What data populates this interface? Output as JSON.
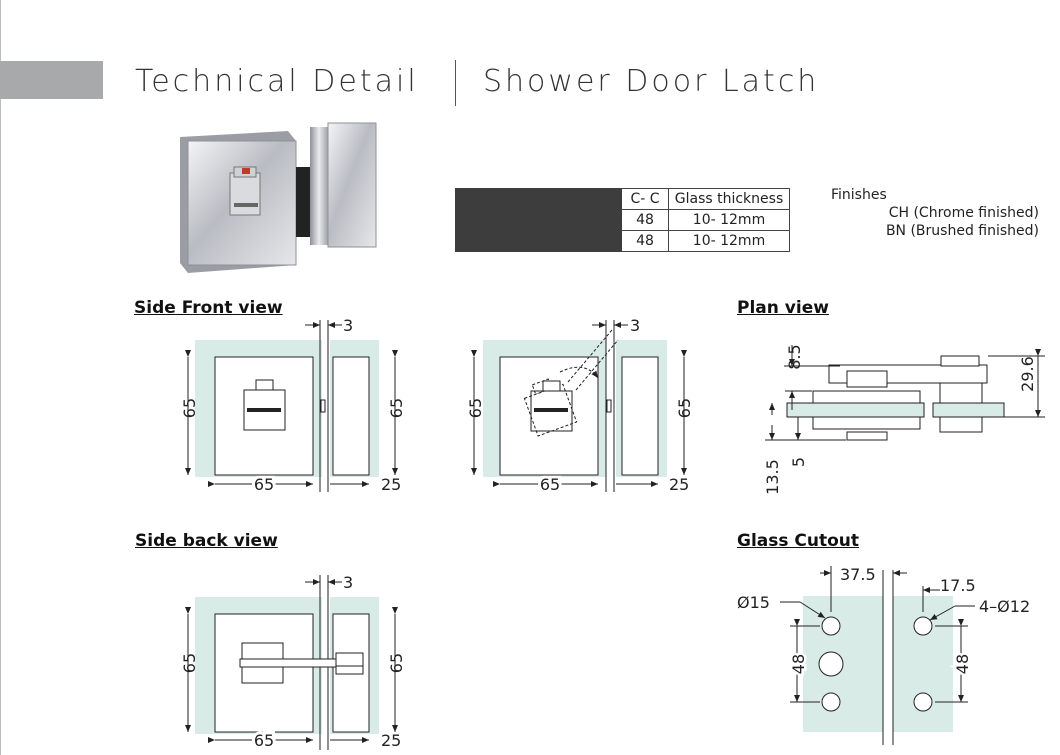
{
  "header": {
    "title_left": "Technical Detail",
    "title_right": "Shower Door Latch"
  },
  "spec_table": {
    "headers": [
      "C- C",
      "Glass thickness"
    ],
    "rows": [
      {
        "cc": "48",
        "glass": "10- 12mm"
      },
      {
        "cc": "48",
        "glass": "10- 12mm"
      }
    ]
  },
  "finishes": {
    "title": "Finishes",
    "items": [
      "CH (Chrome finished)",
      "BN (Brushed finished)"
    ]
  },
  "sections": {
    "side_front": "Side Front view",
    "plan": "Plan view",
    "side_back": "Side back view",
    "glass_cutout": "Glass Cutout"
  },
  "dims": {
    "gap": "3",
    "height": "65",
    "width": "65",
    "side_width": "25",
    "plan_top": "8.5",
    "plan_total": "29.6",
    "plan_bottom": "13.5",
    "plan_glass_offset": "5",
    "cutout_left": "37.5",
    "cutout_right": "17.5",
    "hole_large": "Ø15",
    "hole_small": "4–Ø12",
    "hole_spacing": "48"
  },
  "colors": {
    "glass": "#d8ebe6",
    "tab_grey": "#a8a9ab",
    "table_dark": "#3d3d3d"
  }
}
